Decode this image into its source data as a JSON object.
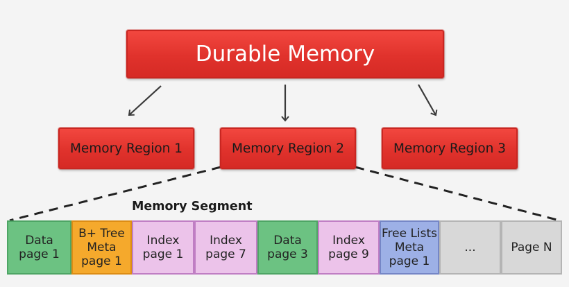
{
  "root": {
    "label": "Durable Memory"
  },
  "regions": [
    {
      "label": "Memory Region 1"
    },
    {
      "label": "Memory Region 2"
    },
    {
      "label": "Memory Region 3"
    }
  ],
  "segment": {
    "label": "Memory Segment",
    "pages": [
      {
        "label": "Data\npage 1",
        "color": "green"
      },
      {
        "label": "B+ Tree\nMeta\npage 1",
        "color": "orange"
      },
      {
        "label": "Index\npage 1",
        "color": "purple"
      },
      {
        "label": "Index\npage 7",
        "color": "purple"
      },
      {
        "label": "Data\npage 3",
        "color": "green"
      },
      {
        "label": "Index\npage 9",
        "color": "purple"
      },
      {
        "label": "Free Lists\nMeta\npage 1",
        "color": "blue"
      },
      {
        "label": "...",
        "color": "gray"
      },
      {
        "label": "Page N",
        "color": "gray"
      }
    ]
  },
  "colors": {
    "red": "#e0322c",
    "green": "#6cc282",
    "orange": "#f5a92c",
    "purple": "#ecc3ea",
    "blue": "#9db0e6",
    "gray": "#d8d8d8"
  }
}
